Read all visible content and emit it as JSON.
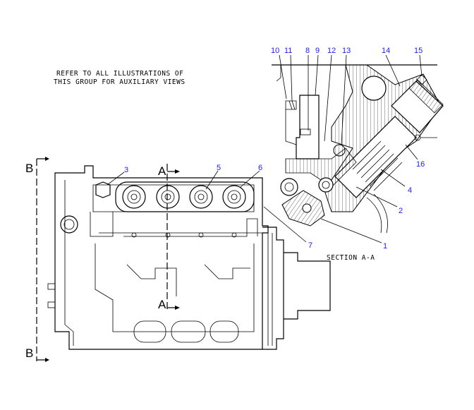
{
  "note": {
    "line1": "REFER TO ALL ILLUSTRATIONS OF",
    "line2": "THIS GROUP FOR AUXILIARY VIEWS"
  },
  "section_label": "SECTION A-A",
  "section_markers": {
    "b_top": "B",
    "b_bottom": "B",
    "a_top": "A",
    "a_bottom": "A"
  },
  "callouts": {
    "c1": "1",
    "c2": "2",
    "c3": "3",
    "c4": "4",
    "c5": "5",
    "c6": "6",
    "c7": "7",
    "c8": "8",
    "c9": "9",
    "c10": "10",
    "c11": "11",
    "c12": "12",
    "c13": "13",
    "c14": "14",
    "c15": "15",
    "c16": "16"
  },
  "colors": {
    "callout": "#1a1aff",
    "line": "#000000"
  }
}
